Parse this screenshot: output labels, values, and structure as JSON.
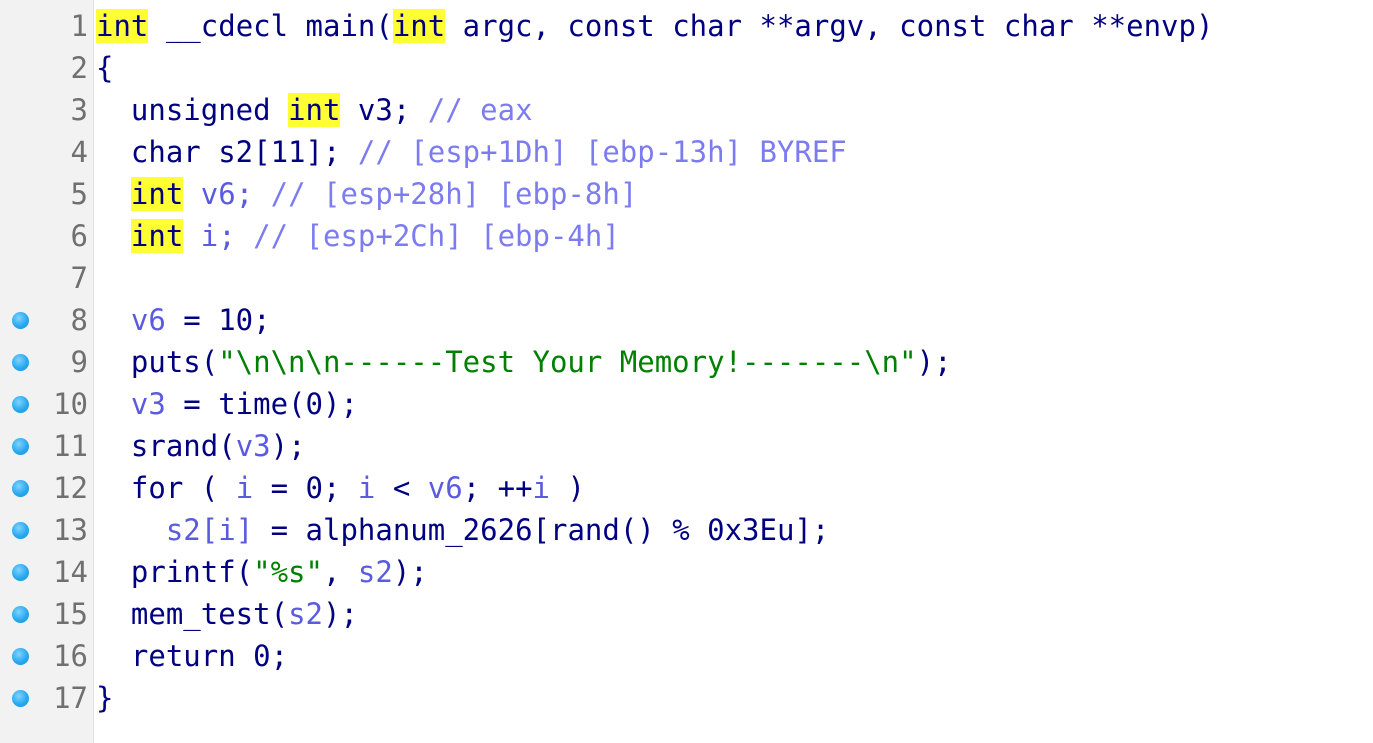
{
  "colors": {
    "background": "#ffffff",
    "gutter": "#f2f2f2",
    "identifier": "#000080",
    "local_variable": "#5b5be0",
    "string": "#008000",
    "comment": "#7c7cf0",
    "highlight": "#ffff33",
    "breakpoint": "#2aa8ee"
  },
  "lines": [
    {
      "num": "1",
      "breakpoint": false,
      "tokens": [
        {
          "t": "int",
          "c": "kw",
          "hl": true
        },
        {
          "t": " __cdecl main(",
          "c": "punc"
        },
        {
          "t": "int",
          "c": "kw",
          "hl": true
        },
        {
          "t": " argc, const char **argv, const char **envp)",
          "c": "punc"
        }
      ]
    },
    {
      "num": "2",
      "breakpoint": false,
      "tokens": [
        {
          "t": "{",
          "c": "punc"
        }
      ]
    },
    {
      "num": "3",
      "breakpoint": false,
      "tokens": [
        {
          "t": "  unsigned ",
          "c": "punc"
        },
        {
          "t": "int",
          "c": "kw",
          "hl": true
        },
        {
          "t": " v3; ",
          "c": "punc"
        },
        {
          "t": "// eax",
          "c": "cmt"
        }
      ]
    },
    {
      "num": "4",
      "breakpoint": false,
      "tokens": [
        {
          "t": "  char s2[11]; ",
          "c": "punc"
        },
        {
          "t": "// [esp+1Dh] [ebp-13h] BYREF",
          "c": "cmt"
        }
      ]
    },
    {
      "num": "5",
      "breakpoint": false,
      "tokens": [
        {
          "t": "  ",
          "c": "punc"
        },
        {
          "t": "int",
          "c": "kw",
          "hl": true
        },
        {
          "t": " v6; ",
          "c": "var"
        },
        {
          "t": "// [esp+28h] [ebp-8h]",
          "c": "cmt"
        }
      ]
    },
    {
      "num": "6",
      "breakpoint": false,
      "tokens": [
        {
          "t": "  ",
          "c": "punc"
        },
        {
          "t": "int",
          "c": "kw",
          "hl": true
        },
        {
          "t": " i; ",
          "c": "var"
        },
        {
          "t": "// [esp+2Ch] [ebp-4h]",
          "c": "cmt"
        }
      ]
    },
    {
      "num": "7",
      "breakpoint": false,
      "tokens": []
    },
    {
      "num": "8",
      "breakpoint": true,
      "tokens": [
        {
          "t": "  ",
          "c": "punc"
        },
        {
          "t": "v6",
          "c": "var"
        },
        {
          "t": " = 10;",
          "c": "punc"
        }
      ]
    },
    {
      "num": "9",
      "breakpoint": true,
      "tokens": [
        {
          "t": "  puts(",
          "c": "punc"
        },
        {
          "t": "\"\\n\\n\\n------Test Your Memory!-------\\n\"",
          "c": "str"
        },
        {
          "t": ");",
          "c": "punc"
        }
      ]
    },
    {
      "num": "10",
      "breakpoint": true,
      "tokens": [
        {
          "t": "  ",
          "c": "punc"
        },
        {
          "t": "v3",
          "c": "var"
        },
        {
          "t": " = time(0);",
          "c": "punc"
        }
      ]
    },
    {
      "num": "11",
      "breakpoint": true,
      "tokens": [
        {
          "t": "  srand(",
          "c": "punc"
        },
        {
          "t": "v3",
          "c": "var"
        },
        {
          "t": ");",
          "c": "punc"
        }
      ]
    },
    {
      "num": "12",
      "breakpoint": true,
      "tokens": [
        {
          "t": "  for ( ",
          "c": "punc"
        },
        {
          "t": "i",
          "c": "var"
        },
        {
          "t": " = 0; ",
          "c": "punc"
        },
        {
          "t": "i",
          "c": "var"
        },
        {
          "t": " < ",
          "c": "punc"
        },
        {
          "t": "v6",
          "c": "var"
        },
        {
          "t": "; ++",
          "c": "punc"
        },
        {
          "t": "i",
          "c": "var"
        },
        {
          "t": " )",
          "c": "punc"
        }
      ]
    },
    {
      "num": "13",
      "breakpoint": true,
      "tokens": [
        {
          "t": "    ",
          "c": "punc"
        },
        {
          "t": "s2[",
          "c": "var"
        },
        {
          "t": "i",
          "c": "var"
        },
        {
          "t": "]",
          "c": "var"
        },
        {
          "t": " = alphanum_2626[rand() % 0x3Eu];",
          "c": "punc"
        }
      ]
    },
    {
      "num": "14",
      "breakpoint": true,
      "tokens": [
        {
          "t": "  printf(",
          "c": "punc"
        },
        {
          "t": "\"%s\"",
          "c": "str"
        },
        {
          "t": ", ",
          "c": "punc"
        },
        {
          "t": "s2",
          "c": "var"
        },
        {
          "t": ");",
          "c": "punc"
        }
      ]
    },
    {
      "num": "15",
      "breakpoint": true,
      "tokens": [
        {
          "t": "  mem_test(",
          "c": "punc"
        },
        {
          "t": "s2",
          "c": "var"
        },
        {
          "t": ");",
          "c": "punc"
        }
      ]
    },
    {
      "num": "16",
      "breakpoint": true,
      "tokens": [
        {
          "t": "  return 0;",
          "c": "punc"
        }
      ]
    },
    {
      "num": "17",
      "breakpoint": true,
      "tokens": [
        {
          "t": "}",
          "c": "punc"
        }
      ]
    }
  ]
}
